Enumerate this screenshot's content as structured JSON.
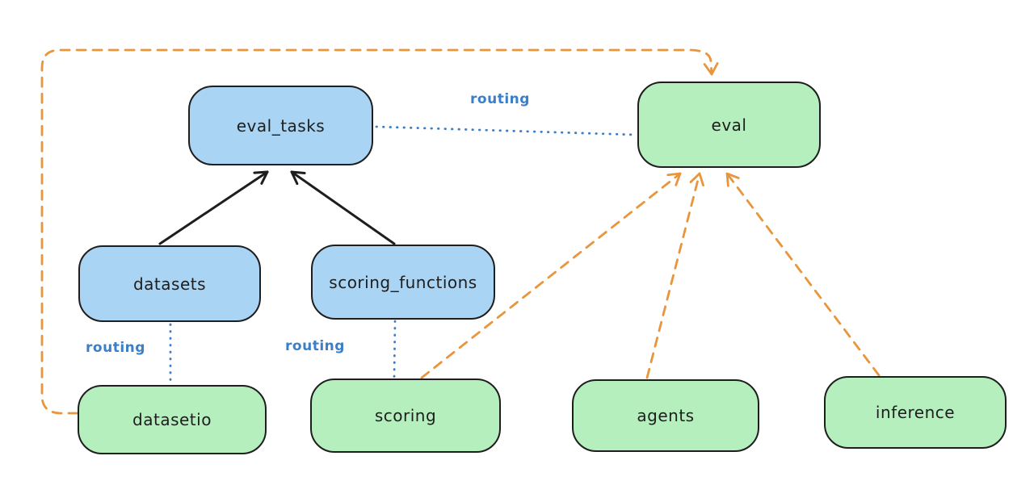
{
  "diagram": {
    "type": "flowchart",
    "background": "#ffffff",
    "colors": {
      "blue_node_fill": "#a9d4f4",
      "green_node_fill": "#b5efbe",
      "node_border": "#1e1e1e",
      "solid_arrow": "#1e1e1e",
      "routing_blue": "#3a7fc8",
      "dashed_orange": "#e9953c"
    }
  },
  "nodes": {
    "eval_tasks": {
      "label": "eval_tasks",
      "color": "blue"
    },
    "eval": {
      "label": "eval",
      "color": "green"
    },
    "datasets": {
      "label": "datasets",
      "color": "blue"
    },
    "scoring_functions": {
      "label": "scoring_functions",
      "color": "blue"
    },
    "datasetio": {
      "label": "datasetio",
      "color": "green"
    },
    "scoring": {
      "label": "scoring",
      "color": "green"
    },
    "agents": {
      "label": "agents",
      "color": "green"
    },
    "inference": {
      "label": "inference",
      "color": "green"
    }
  },
  "edges": [
    {
      "from": "datasets",
      "to": "eval_tasks",
      "style": "solid",
      "color": "black",
      "arrowhead": "end"
    },
    {
      "from": "scoring_functions",
      "to": "eval_tasks",
      "style": "solid",
      "color": "black",
      "arrowhead": "end"
    },
    {
      "from": "eval_tasks",
      "to": "eval",
      "style": "dotted",
      "color": "blue",
      "label": "routing",
      "arrowhead": "none"
    },
    {
      "from": "datasets",
      "to": "datasetio",
      "style": "dotted",
      "color": "blue",
      "label": "routing",
      "arrowhead": "none"
    },
    {
      "from": "scoring_functions",
      "to": "scoring",
      "style": "dotted",
      "color": "blue",
      "label": "routing",
      "arrowhead": "none"
    },
    {
      "from": "datasetio",
      "to": "eval",
      "style": "dashed",
      "color": "orange",
      "arrowhead": "end"
    },
    {
      "from": "scoring",
      "to": "eval",
      "style": "dashed",
      "color": "orange",
      "arrowhead": "end"
    },
    {
      "from": "agents",
      "to": "eval",
      "style": "dashed",
      "color": "orange",
      "arrowhead": "end"
    },
    {
      "from": "inference",
      "to": "eval",
      "style": "dashed",
      "color": "orange",
      "arrowhead": "end"
    }
  ]
}
